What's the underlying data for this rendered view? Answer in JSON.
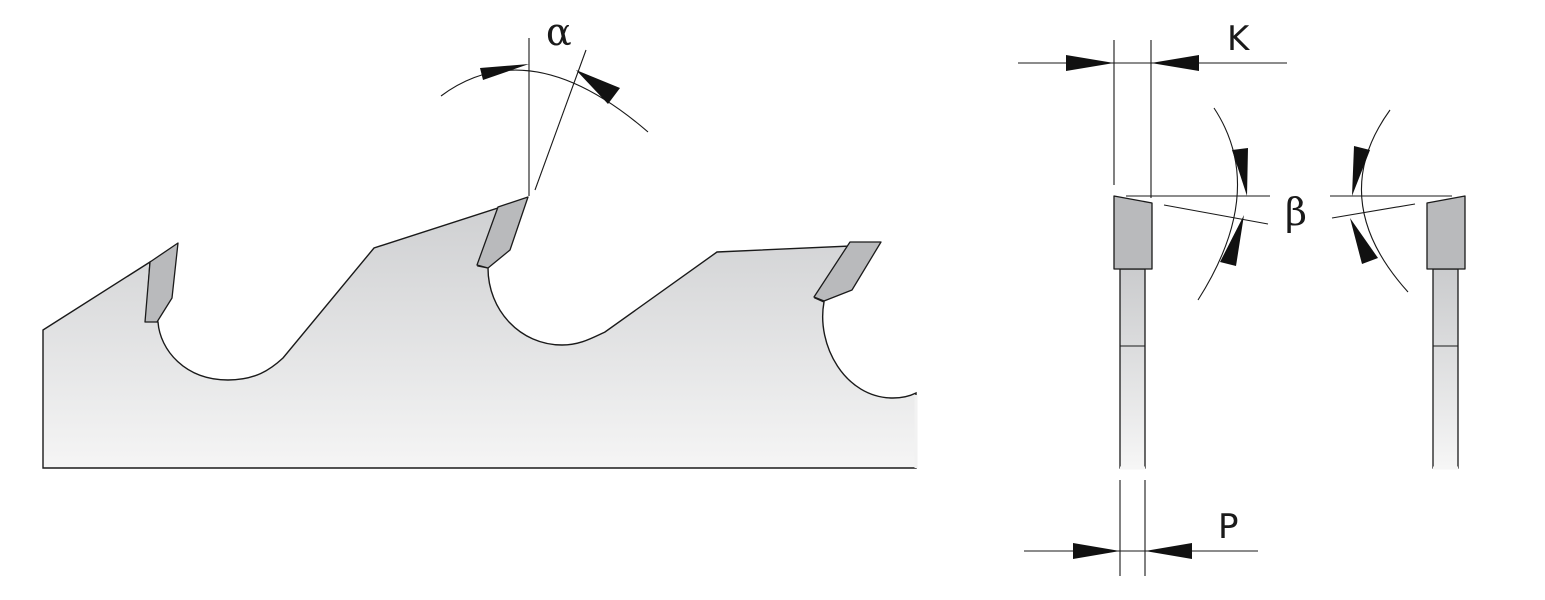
{
  "labels": {
    "hook_angle": "α",
    "clearance_angle": "β",
    "kerf_width": "K",
    "plate_thickness": "P"
  },
  "colors": {
    "line": "#1a1a1a",
    "carbide_tip": "#b9babc",
    "blade_gradient_top": "#d0d1d3",
    "blade_gradient_bottom": "#f4f4f4",
    "arrowhead": "#111111"
  }
}
